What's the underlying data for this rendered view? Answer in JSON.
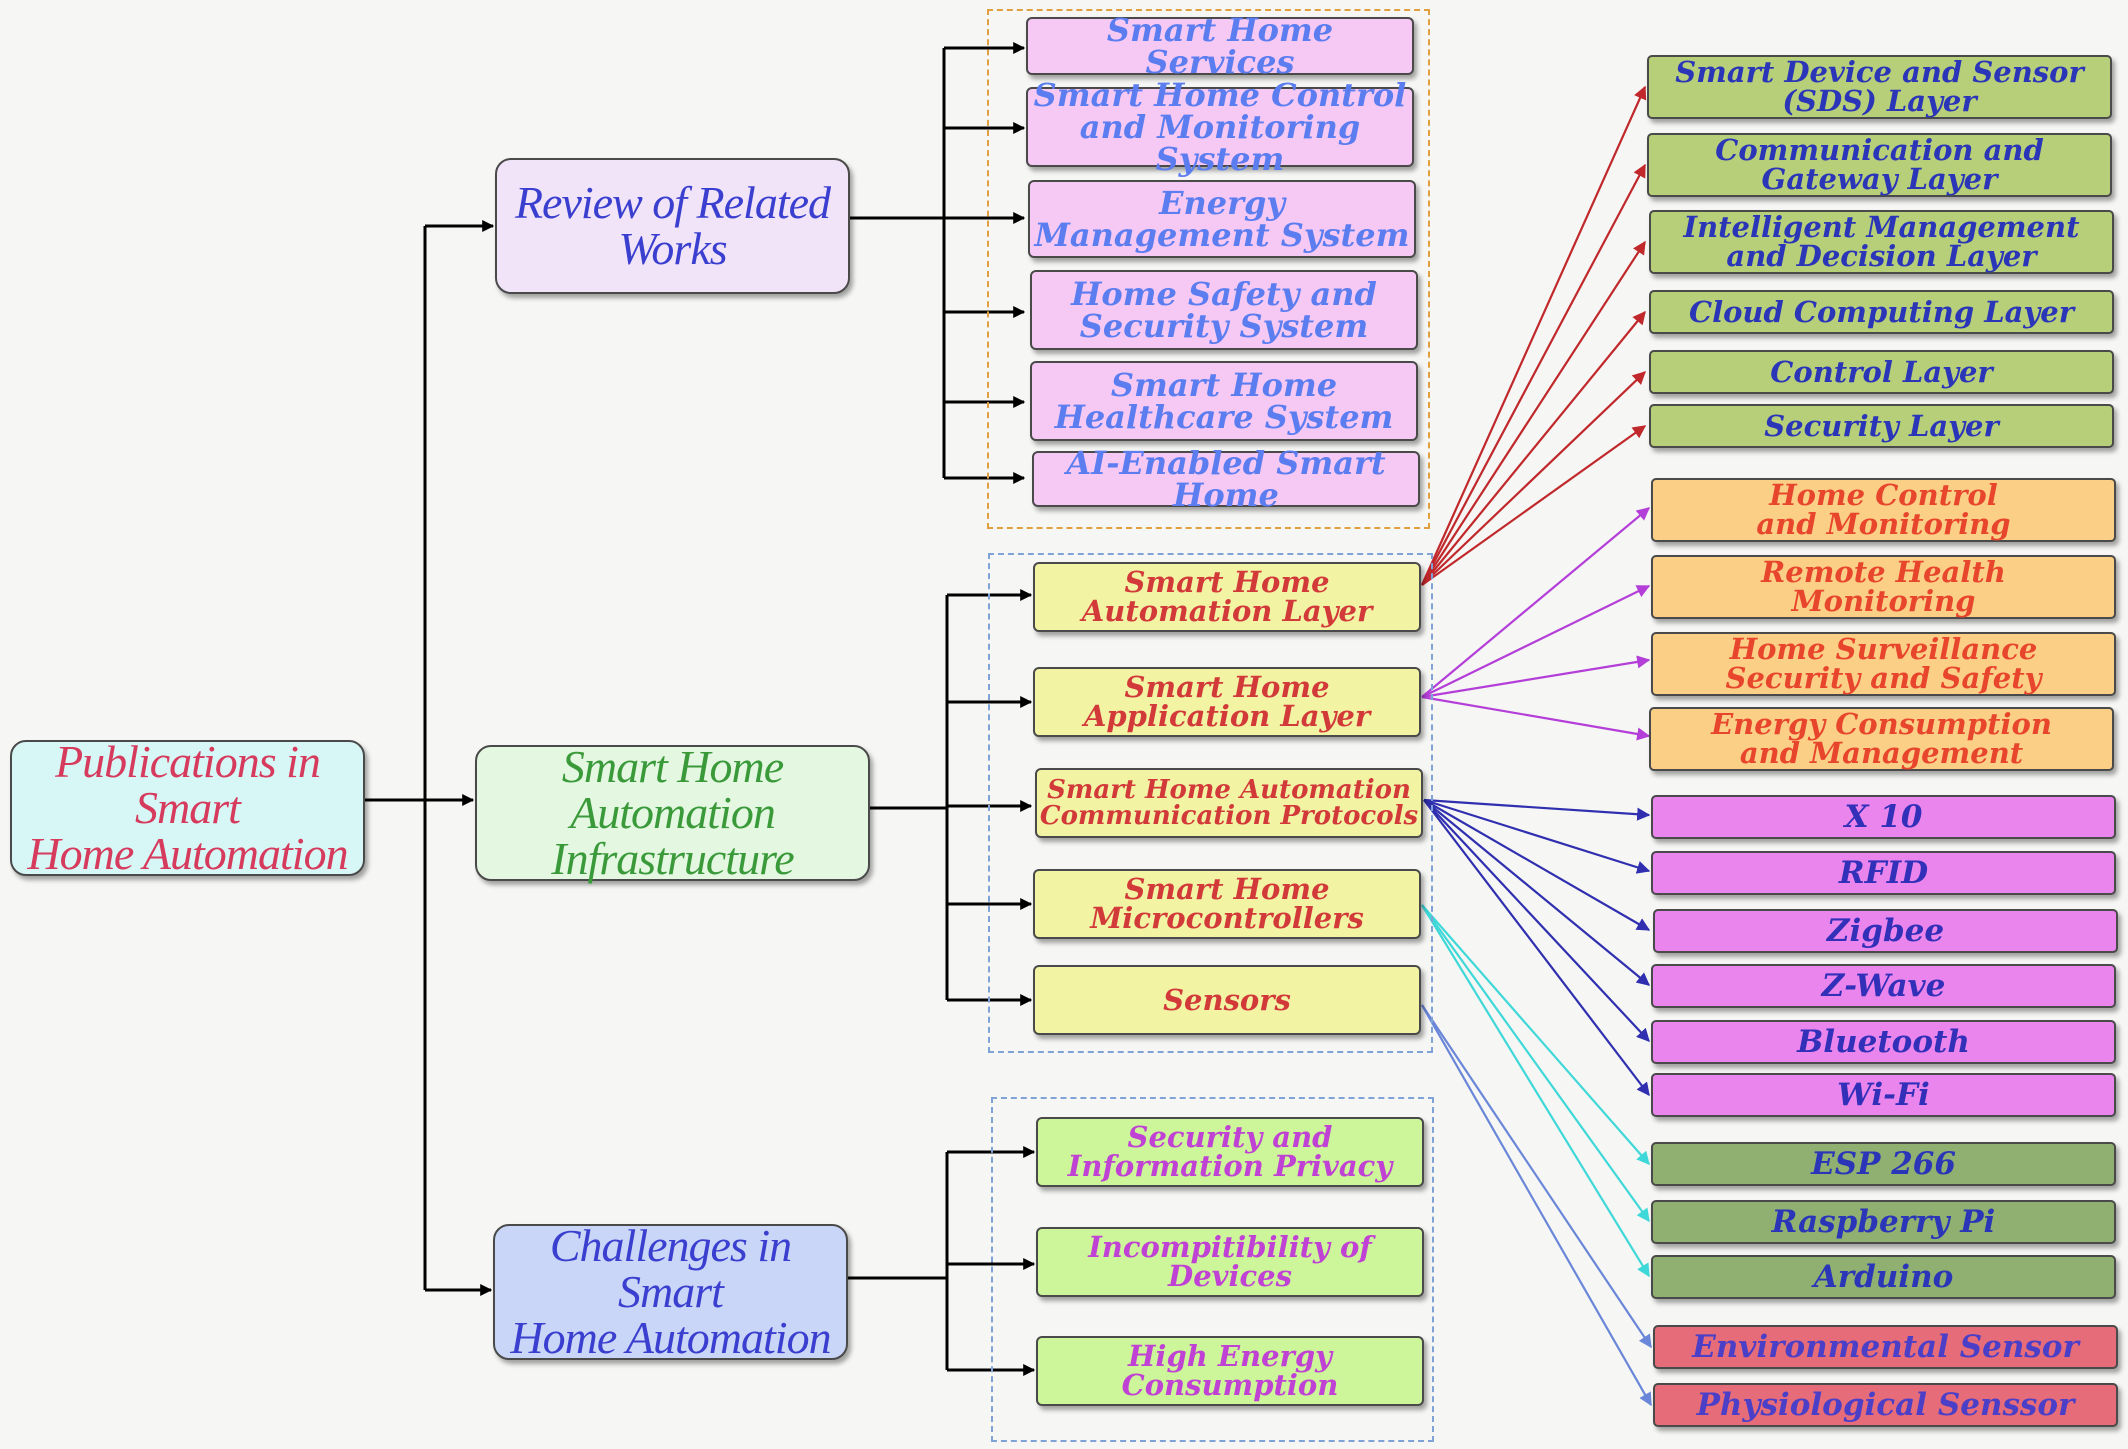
{
  "root": "Publications in Smart\nHome Automation",
  "branches": {
    "review": "Review of Related\nWorks",
    "infra": "Smart Home Automation\nInfrastructure",
    "challenges": "Challenges in Smart\nHome Automation"
  },
  "review_items": [
    "Smart Home Services",
    "Smart Home Control\nand Monitoring System",
    "Energy\nManagement System",
    "Home Safety and\nSecurity System",
    "Smart Home\nHealthcare  System",
    "AI-Enabled Smart Home"
  ],
  "infra_items": [
    "Smart Home\nAutomation Layer",
    "Smart Home\nApplication Layer",
    "Smart Home Automation\nCommunication Protocols",
    "Smart Home\nMicrocontrollers",
    "Sensors"
  ],
  "challenge_items": [
    "Security and\nInformation Privacy",
    "Incompitibility of\nDevices",
    "High Energy\nConsumption"
  ],
  "automation_layers": [
    "Smart Device and Sensor\n(SDS) Layer",
    "Communication and\nGateway Layer",
    "Intelligent Management\nand Decision Layer",
    "Cloud Computing Layer",
    "Control Layer",
    "Security Layer"
  ],
  "applications": [
    "Home Control\nand Monitoring",
    "Remote Health\nMonitoring",
    "Home Surveillance\nSecurity and Safety",
    "Energy Consumption\nand Management"
  ],
  "protocols": [
    "X 10",
    "RFID",
    "Zigbee",
    "Z-Wave",
    "Bluetooth",
    "Wi-Fi"
  ],
  "microcontrollers": [
    "ESP 266",
    "Raspberry Pi",
    "Arduino"
  ],
  "sensors": [
    "Environmental Sensor",
    "Physiological Senssor"
  ],
  "colors": {
    "root_fill": "#d7f6f6",
    "root_text": "#d63a5c",
    "review_fill": "#f1e4f8",
    "review_text": "#3a3fcf",
    "infra_fill": "#e3f7e1",
    "infra_text": "#3a9a3a",
    "challenges_fill": "#c9d6f7",
    "challenges_text": "#3a3fcf",
    "review_items_fill": "#f6c9f4",
    "review_items_text": "#5b7df0",
    "infra_items_fill": "#f3f3a4",
    "infra_items_text": "#d23a3a",
    "challenge_items_fill": "#cdf599",
    "challenge_items_text": "#c042d4",
    "layers_fill": "#b7cf78",
    "layers_text": "#2a35b8",
    "applications_fill": "#fbcf86",
    "applications_text": "#e8452d",
    "protocols_fill": "#ea85ee",
    "protocols_text": "#3230b8",
    "micro_fill": "#8fb070",
    "micro_text": "#2a35b8",
    "sensors_fill": "#e66c7a",
    "sensors_text": "#4b3fc7",
    "review_group_border": "#e0a040",
    "group_border": "#7fa3d6",
    "arrow_layers": "#c0282b",
    "arrow_apps": "#b43fd8",
    "arrow_protocols": "#2f2fb0",
    "arrow_micro": "#3fd8d8",
    "arrow_sensors": "#6a86d8"
  }
}
